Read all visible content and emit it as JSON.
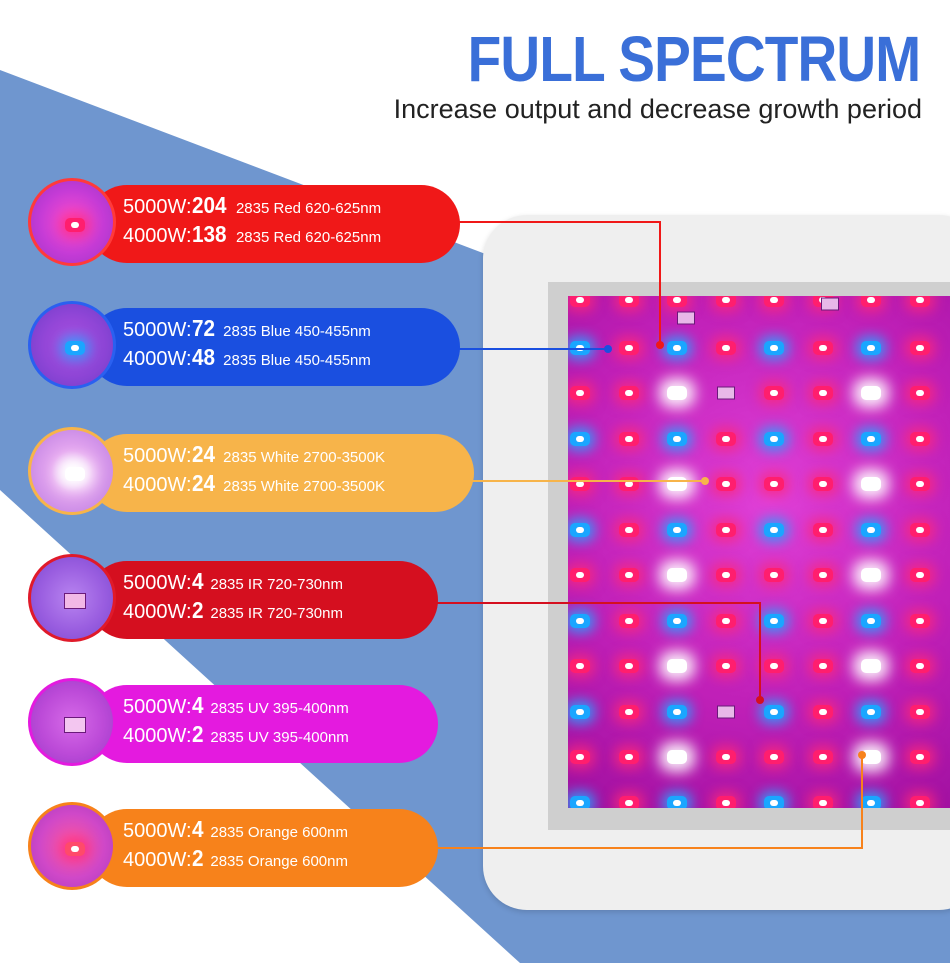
{
  "header": {
    "title": "FULL SPECTRUM",
    "subtitle": "Increase output and decrease growth period"
  },
  "colors": {
    "title_blue": "#3a6fd8",
    "background_band": "#6f96cf",
    "red": "#f01818",
    "blue": "#1a4fe0",
    "white": "#f7b44a",
    "ir": "#d50f1f",
    "uv": "#e41adf",
    "orange": "#f7821b"
  },
  "specs": [
    {
      "key": "red",
      "l1_watt": "5000W:",
      "l1_count": "204",
      "l1_desc": "2835 Red 620-625nm",
      "l2_watt": "4000W:",
      "l2_count": "138",
      "l2_desc": "2835 Red 620-625nm"
    },
    {
      "key": "blue",
      "l1_watt": "5000W:",
      "l1_count": "72",
      "l1_desc": "2835 Blue 450-455nm",
      "l2_watt": "4000W:",
      "l2_count": "48",
      "l2_desc": "2835 Blue 450-455nm"
    },
    {
      "key": "white",
      "l1_watt": "5000W:",
      "l1_count": "24",
      "l1_desc": "2835 White 2700-3500K",
      "l2_watt": "4000W:",
      "l2_count": "24",
      "l2_desc": "2835 White 2700-3500K"
    },
    {
      "key": "ir",
      "l1_watt": "5000W:",
      "l1_count": "4",
      "l1_desc": "2835 IR 720-730nm",
      "l2_watt": "4000W:",
      "l2_count": "2",
      "l2_desc": "2835 IR 720-730nm"
    },
    {
      "key": "uv",
      "l1_watt": "5000W:",
      "l1_count": "4",
      "l1_desc": "2835 UV 395-400nm",
      "l2_watt": "4000W:",
      "l2_count": "2",
      "l2_desc": "2835 UV 395-400nm"
    },
    {
      "key": "orange",
      "l1_watt": "5000W:",
      "l1_count": "4",
      "l1_desc": "2835 Orange 600nm",
      "l2_watt": "4000W:",
      "l2_count": "2",
      "l2_desc": "2835 Orange 600nm"
    }
  ]
}
